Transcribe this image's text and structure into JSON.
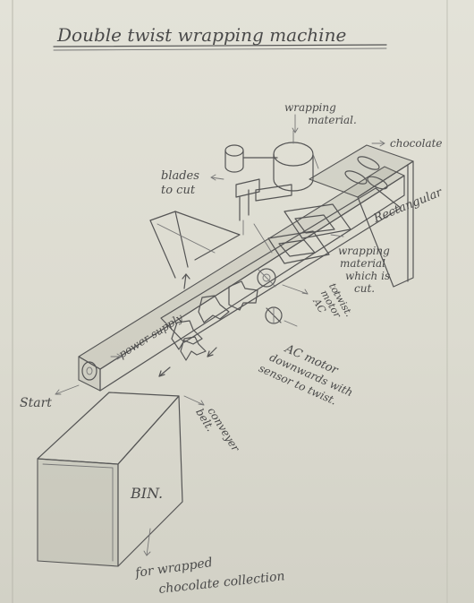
{
  "title": "Double twist wrapping machine",
  "labels": {
    "wrapping_material": [
      "wrapping",
      "material."
    ],
    "chocolate": "chocolate",
    "blades": [
      "blades",
      "to cut"
    ],
    "rectangular": "Rectangular",
    "wrapping_cut": [
      "wrapping",
      "material",
      "which is",
      "cut."
    ],
    "ac_motor_twist": [
      "AC",
      "motor",
      "to",
      "twist."
    ],
    "power_supply": "power supply",
    "ac_motor_downwards": [
      "AC motor",
      "downwards with",
      "sensor to twist."
    ],
    "start": "Start",
    "conveyer": [
      "conveyer",
      "belt."
    ],
    "bin": "BIN.",
    "collection": [
      "for wrapped",
      "chocolate collection"
    ]
  },
  "colors": {
    "paper": "#dcdbd0",
    "pencil": "#555555"
  }
}
